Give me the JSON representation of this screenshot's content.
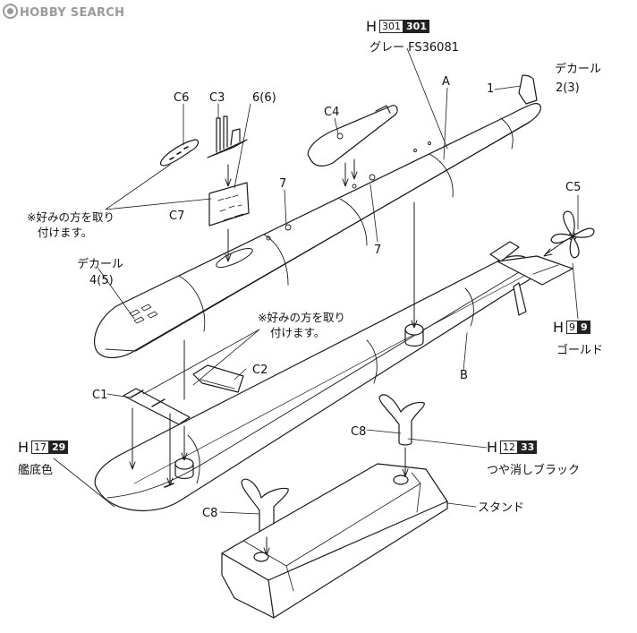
{
  "watermark": {
    "text": "HOBBY SEARCH"
  },
  "labels": {
    "gray_prefix": "H",
    "gray_code_box": "301",
    "gray_code_dark": "301",
    "gray_name": "グレー FS36081",
    "part_a": "A",
    "decal_top": "デカール",
    "decal_top_num": "2(3)",
    "num_1": "1",
    "c6": "C6",
    "c3": "C3",
    "num_6": "6(6)",
    "c4": "C4",
    "num_7a": "7",
    "num_7b": "7",
    "c7": "C7",
    "note_optional_1_line1": "※好みの方を取り",
    "note_optional_1_line2": "付けます。",
    "c5": "C5",
    "decal_left": "デカール",
    "decal_left_num": "4(5)",
    "note_optional_2_line1": "※好みの方を取り",
    "note_optional_2_line2": "付けます。",
    "gold_prefix": "H",
    "gold_code_box": "9",
    "gold_code_dark": "9",
    "gold_name": "ゴールド",
    "c2": "C2",
    "c1": "C1",
    "part_b": "B",
    "hull_prefix": "H",
    "hull_code_box": "17",
    "hull_code_dark": "29",
    "hull_name": "艦底色",
    "c8a": "C8",
    "flat_prefix": "H",
    "flat_code_box": "12",
    "flat_code_dark": "33",
    "flat_name": "つや消しブラック",
    "c8b": "C8",
    "stand": "スタンド"
  }
}
